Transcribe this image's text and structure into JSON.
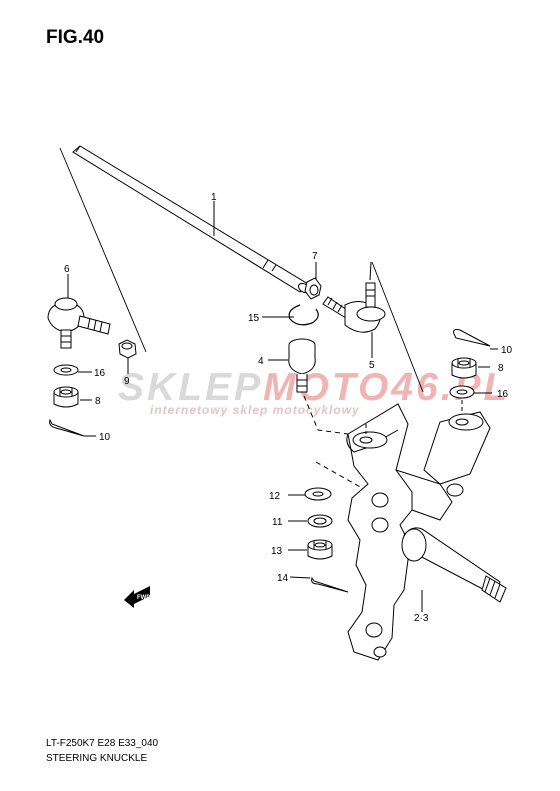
{
  "header": {
    "title": "FIG.40"
  },
  "footer": {
    "code": "LT-F250K7 E28 E33_040",
    "name": "STEERING KNUCKLE"
  },
  "watermark": {
    "main_a": "SKLEP",
    "main_b": "MOTO46.PL",
    "sub": "internetowy sklep motocyklowy",
    "color": "#e33333"
  },
  "callouts": {
    "c1": "1",
    "c7": "7",
    "c6": "6",
    "c15": "15",
    "c4": "4",
    "c5": "5",
    "c16a": "16",
    "c9": "9",
    "c8a": "8",
    "c10a": "10",
    "c10b": "10",
    "c8b": "8",
    "c16b": "16",
    "c12": "12",
    "c11": "11",
    "c13": "13",
    "c14": "14",
    "c23": "2·3"
  },
  "fwd_label": "FWD"
}
